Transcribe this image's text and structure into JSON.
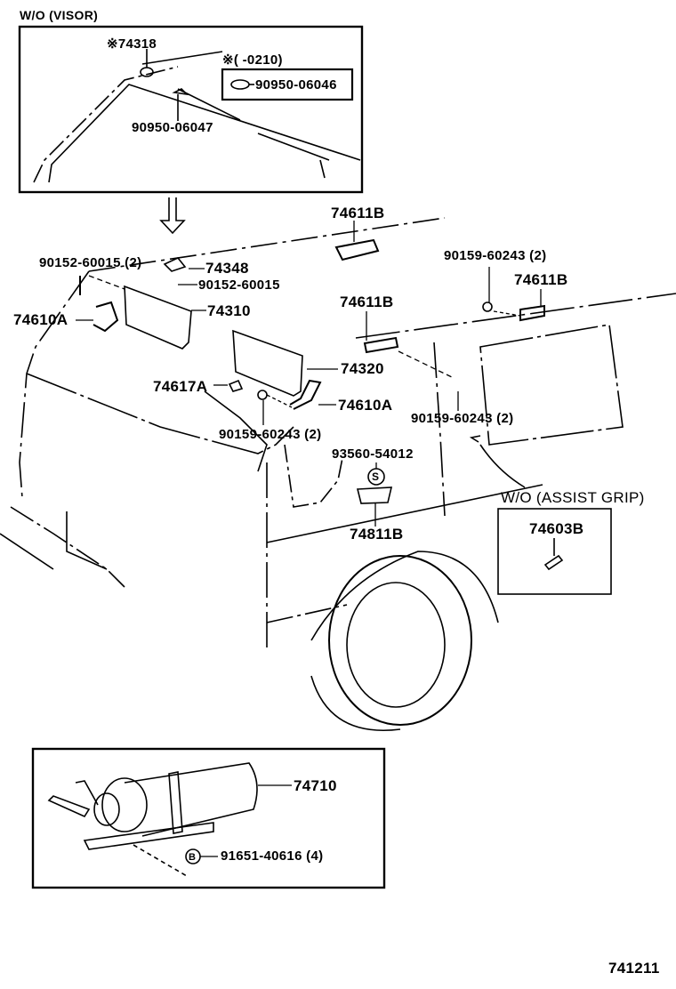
{
  "diagram": {
    "title": "Assist grip / sun visor / fire extinguisher parts diagram",
    "figure_number": "741211",
    "insets": {
      "visor": {
        "heading": "W/O (VISOR)",
        "labels": {
          "p74318": "※74318",
          "note": "※(        -0210)",
          "p90950_06046": "90950-06046",
          "p90950_06047": "90950-06047"
        }
      },
      "assist_grip": {
        "heading": "W/O (ASSIST GRIP)",
        "labels": {
          "p74603B": "74603B"
        }
      },
      "extinguisher": {
        "labels": {
          "p74710": "74710",
          "p91651": "91651-40616 (4)",
          "marker_b": "B"
        }
      }
    },
    "main_labels": {
      "p74611B_top": "74611B",
      "p90152_2": "90152-60015 (2)",
      "p74348": "74348",
      "p90152": "90152-60015",
      "p74310": "74310",
      "p74610A_left": "74610A",
      "p90159_top": "90159-60243 (2)",
      "p74611B_right": "74611B",
      "p74611B_mid": "74611B",
      "p74320": "74320",
      "p74617A": "74617A",
      "p74610A_right": "74610A",
      "p90159_mid": "90159-60243 (2)",
      "p90159_left": "90159-60243 (2)",
      "p93560": "93560-54012",
      "marker_s": "S",
      "p74811B": "74811B"
    }
  }
}
